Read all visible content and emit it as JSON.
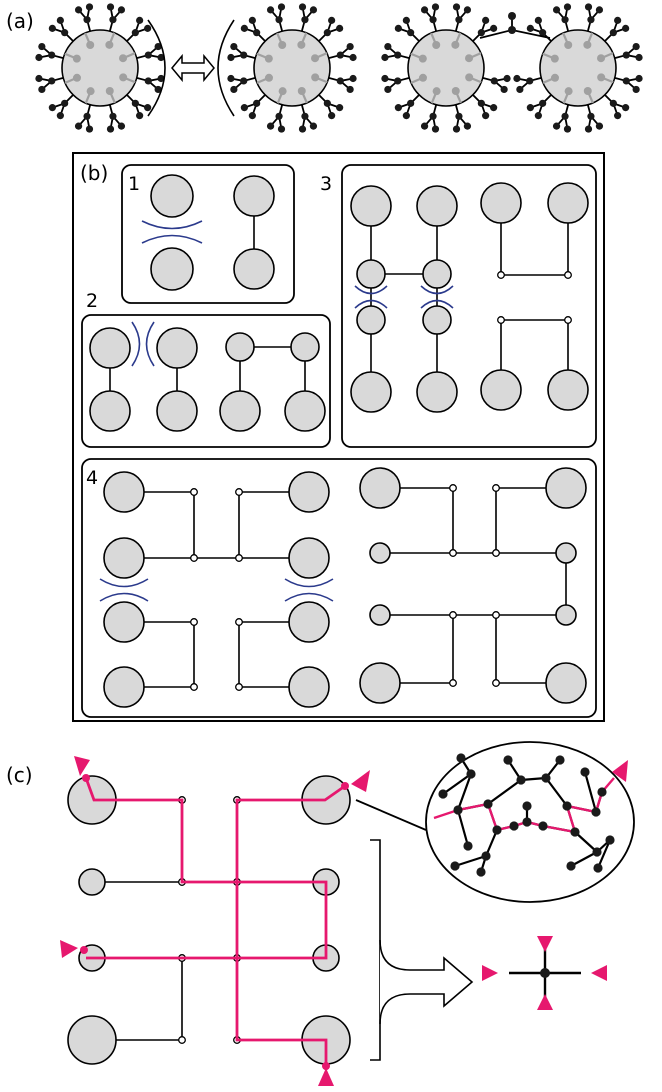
{
  "panels": {
    "a": {
      "label": "(a)"
    },
    "b": {
      "label": "(b)",
      "boxes": [
        "1",
        "2",
        "3",
        "4"
      ]
    },
    "c": {
      "label": "(c)"
    }
  },
  "colors": {
    "particle_fill": "#d9d9d9",
    "line": "#000000",
    "arc": "#2b3a8c",
    "path": "#e6186e",
    "inner_ligand": "#a0a0a0",
    "atom": "#1a1a1a"
  }
}
